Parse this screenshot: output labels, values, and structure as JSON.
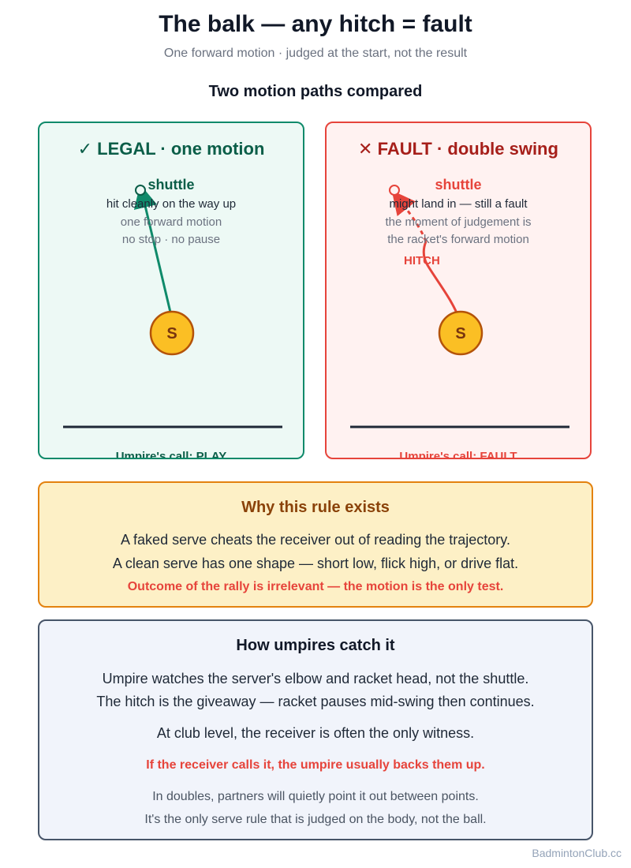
{
  "header": {
    "title": "The balk — any hitch = fault",
    "subtitle": "One forward motion · judged at the start, not the result"
  },
  "comparison_title": "Two motion paths compared",
  "panels": {
    "legal": {
      "heading": "✓ LEGAL · one motion",
      "shuttle_label": "shuttle",
      "line1": "hit cleanly on the way up",
      "line2": "one forward motion",
      "line3": "no stop · no pause",
      "server_label": "S",
      "call": "Umpire's call: PLAY"
    },
    "fault": {
      "heading": "✕ FAULT · double swing",
      "shuttle_label": "shuttle",
      "line1": "might land in — still a fault",
      "line2": "the moment of judgement is",
      "line3": "the racket's forward motion",
      "hitch_label": "HITCH",
      "server_label": "S",
      "call": "Umpire's call: FAULT"
    }
  },
  "why": {
    "heading": "Why this rule exists",
    "line1": "A faked serve cheats the receiver out of reading the trajectory.",
    "line2": "A clean serve has one shape — short low, flick high, or drive flat.",
    "line3": "Outcome of the rally is irrelevant — the motion is the only test."
  },
  "how": {
    "heading": "How umpires catch it",
    "line1": "Umpire watches the server's elbow and racket head, not the shuttle.",
    "line2": "The hitch is the giveaway — racket pauses mid-swing then continues.",
    "line3": "At club level, the receiver is often the only witness.",
    "line4": "If the receiver calls it, the umpire usually backs them up.",
    "line5": "In doubles, partners will quietly point it out between points.",
    "line6": "It's the only serve rule that is judged on the body, not the ball."
  },
  "footer": "BadmintonClub.cc",
  "colors": {
    "legal": "#0f8a6a",
    "fault": "#e6443b",
    "server_fill": "#fbbf24",
    "why_border": "#e3820f",
    "how_border": "#475569"
  }
}
